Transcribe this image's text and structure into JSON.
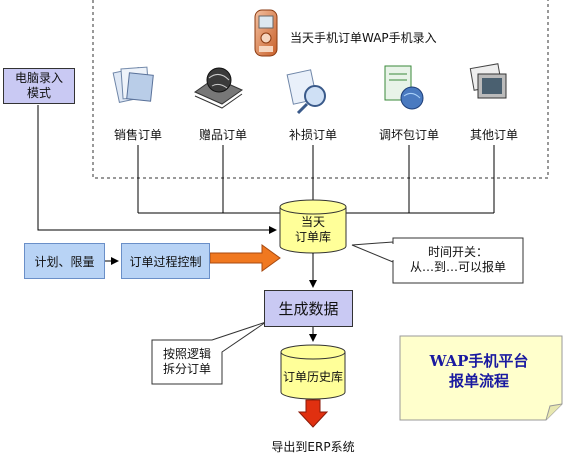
{
  "wap_entry": {
    "label": "当天手机订单WAP手机录入"
  },
  "order_types": [
    {
      "label": "销售订单",
      "icon": "documents-icon"
    },
    {
      "label": "赠品订单",
      "icon": "book-globe-icon"
    },
    {
      "label": "补损订单",
      "icon": "magnifier-icon"
    },
    {
      "label": "调坏包订单",
      "icon": "page-globe-icon"
    },
    {
      "label": "其他订单",
      "icon": "photos-icon"
    }
  ],
  "pc_entry": {
    "line1": "电脑录入",
    "line2": "模式"
  },
  "daily_db": {
    "line1": "当天",
    "line2": "订单库"
  },
  "plan": {
    "label": "计划、限量"
  },
  "process_control": {
    "label": "订单过程控制"
  },
  "time_switch": {
    "line1": "时间开关：",
    "line2": "从…到…可以报单"
  },
  "generate": {
    "label": "生成数据"
  },
  "split": {
    "line1": "按照逻辑",
    "line2": "拆分订单"
  },
  "history_db": {
    "label": "订单历史库"
  },
  "export": {
    "label": "导出到ERP系统"
  },
  "note": {
    "line1": "WAP手机平台",
    "line2": "报单流程"
  },
  "colors": {
    "db_fill": "#ffff99",
    "arrow_orange": "#f07820",
    "arrow_red": "#e03010",
    "pc_box": "#c9c9f3",
    "blue_box": "#b8d3f5",
    "note_fill": "#ffffcc"
  }
}
